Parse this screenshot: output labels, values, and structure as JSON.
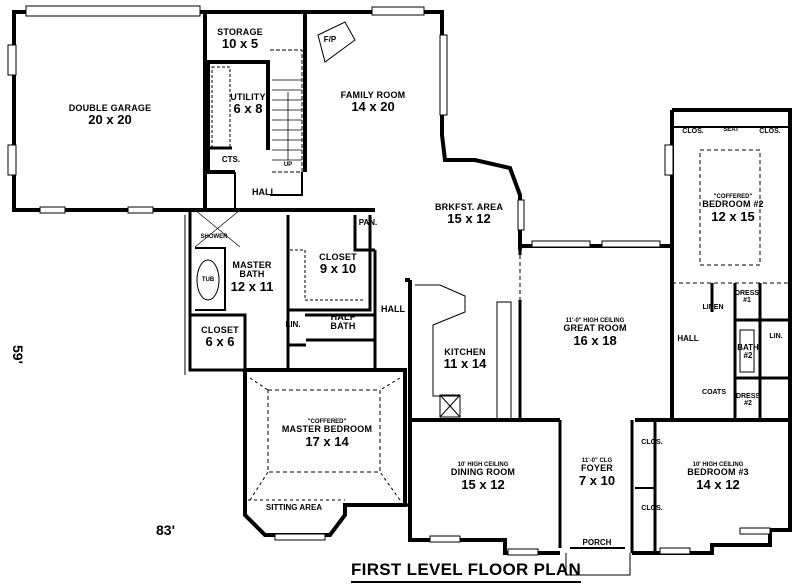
{
  "title": "FIRST LEVEL FLOOR PLAN",
  "dimensions": {
    "width": "83'",
    "depth": "59'"
  },
  "rooms": {
    "garage": {
      "name": "DOUBLE GARAGE",
      "size": "20 x 20"
    },
    "storage": {
      "name": "STORAGE",
      "size": "10 x 5"
    },
    "utility": {
      "name": "UTILITY",
      "size": "6 x 8"
    },
    "cts": {
      "name": "CTS."
    },
    "hall_garage": {
      "name": "HALL"
    },
    "fireplace": {
      "name": "F/P"
    },
    "stairs": {
      "name": "UP"
    },
    "family": {
      "name": "FAMILY ROOM",
      "size": "14 x 20"
    },
    "breakfast": {
      "name": "BRKFST. AREA",
      "size": "15 x 12"
    },
    "pantry": {
      "name": "PAN."
    },
    "shower": {
      "name": "SHOWER"
    },
    "tub": {
      "name": "TUB"
    },
    "master_bath": {
      "name": "MASTER",
      "name2": "BATH",
      "size": "12 x 11"
    },
    "closet_master": {
      "name": "CLOSET",
      "size": "9 x 10"
    },
    "closet_small": {
      "name": "CLOSET",
      "size": "6 x 6"
    },
    "linen_master": {
      "name": "LIN."
    },
    "half_bath": {
      "name": "HALF",
      "name2": "BATH"
    },
    "hall_center": {
      "name": "HALL"
    },
    "kitchen": {
      "name": "KITCHEN",
      "size": "11 x 14"
    },
    "great": {
      "ceiling": "11'-0\" HIGH CEILING",
      "name": "GREAT ROOM",
      "size": "16 x 18"
    },
    "bedroom2": {
      "ceiling": "\"COFFERED\"",
      "name": "BEDROOM #2",
      "size": "12 x 15"
    },
    "clos_b2_left": {
      "name": "CLOS."
    },
    "seat": {
      "name": "SEAT"
    },
    "clos_b2_right": {
      "name": "CLOS."
    },
    "linen_hall": {
      "name": "LINEN"
    },
    "dress1": {
      "name": "DRESS",
      "num": "#1"
    },
    "hall_right": {
      "name": "HALL"
    },
    "lin_bath2": {
      "name": "LIN."
    },
    "bath2": {
      "name": "BATH",
      "num": "#2"
    },
    "coats": {
      "name": "COATS"
    },
    "dress2": {
      "name": "DRESS",
      "num": "#2"
    },
    "master_bedroom": {
      "ceiling": "\"COFFERED\"",
      "name": "MASTER BEDROOM",
      "size": "17 x 14"
    },
    "sitting": {
      "name": "SITTING AREA"
    },
    "dining": {
      "ceiling": "10' HIGH CEILING",
      "name": "DINING ROOM",
      "size": "15 x 12"
    },
    "foyer": {
      "ceiling": "11'-0\" CLG",
      "name": "FOYER",
      "size": "7 x 10"
    },
    "porch": {
      "name": "PORCH"
    },
    "clos_b3_top": {
      "name": "CLOS."
    },
    "clos_b3_bottom": {
      "name": "CLOS."
    },
    "bedroom3": {
      "ceiling": "10' HIGH CEILING",
      "name": "BEDROOM #3",
      "size": "14 x 12"
    }
  }
}
